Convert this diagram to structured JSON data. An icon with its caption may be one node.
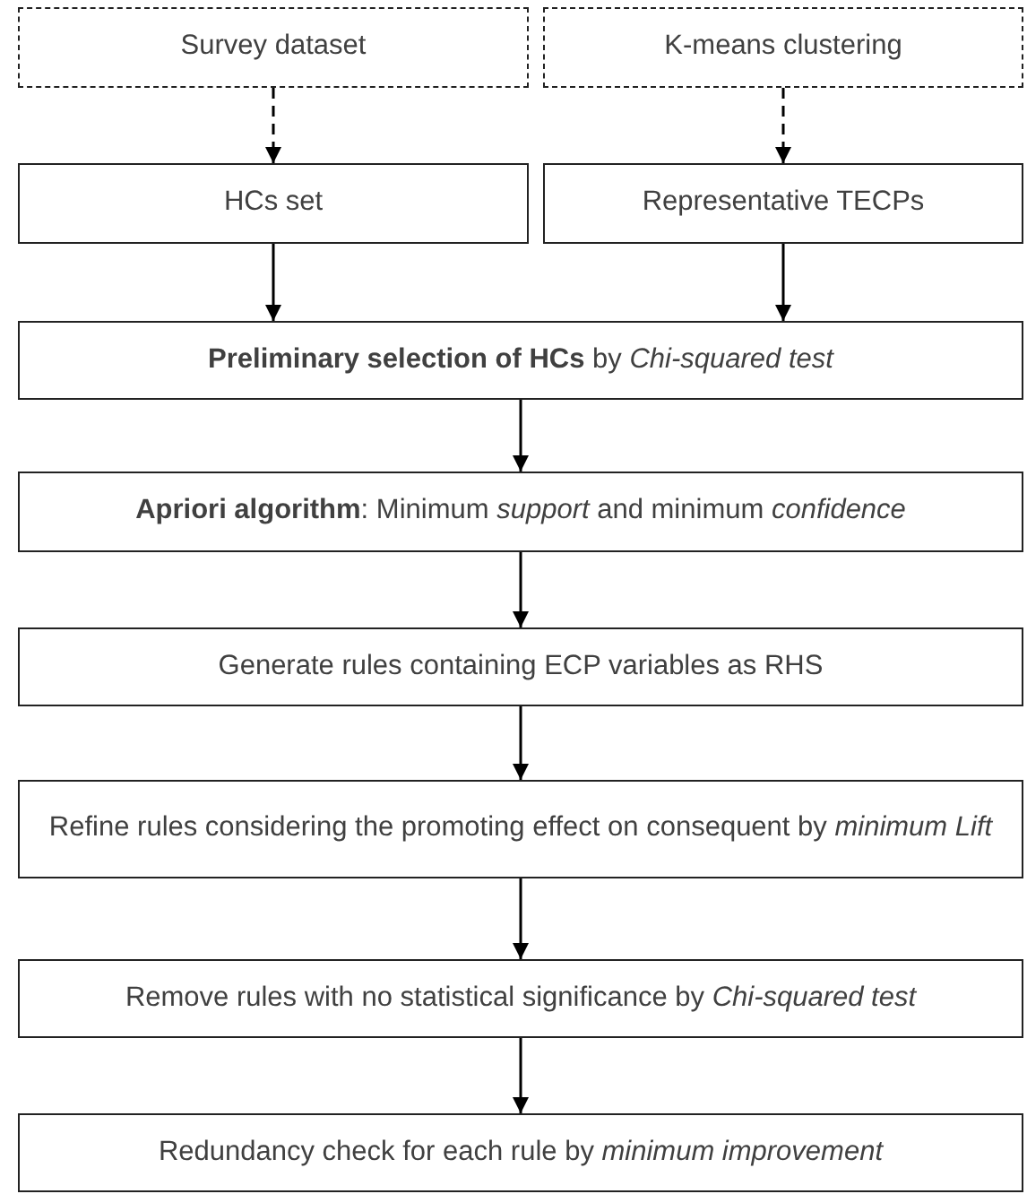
{
  "diagram": {
    "nodes": [
      {
        "text": [
          "Survey dataset"
        ]
      },
      {
        "text": [
          "K-means clustering"
        ]
      },
      {
        "text": [
          "HCs set"
        ]
      },
      {
        "text": [
          "Representative TECPs"
        ]
      },
      {
        "text": [
          "**Preliminary selection of HCs** by *Chi-squared test*"
        ]
      },
      {
        "text": [
          "**Apriori algorithm**: Minimum *support* and minimum *confidence*"
        ]
      },
      {
        "text": [
          "Generate rules containing ECP variables as RHS"
        ]
      },
      {
        "text": [
          "Refine rules considering the promoting effect on consequent by *minimum Lift*"
        ]
      },
      {
        "text": [
          "Remove rules with no statistical significance by *Chi-squared test*"
        ]
      },
      {
        "text": [
          "Redundancy check for each rule by *minimum improvement*"
        ]
      }
    ],
    "edges": [
      {
        "from": 0,
        "to": 2,
        "arrow": "to",
        "style": "dashed"
      },
      {
        "from": 1,
        "to": 3,
        "arrow": "to",
        "style": "dashed"
      },
      {
        "from": 2,
        "to": 4,
        "arrow": "to"
      },
      {
        "from": 3,
        "to": 4,
        "arrow": "to"
      },
      {
        "from": 4,
        "to": 5,
        "arrow": "to"
      },
      {
        "from": 5,
        "to": 6,
        "arrow": "to"
      },
      {
        "from": 6,
        "to": 7,
        "arrow": "to"
      },
      {
        "from": 7,
        "to": 8,
        "arrow": "to"
      },
      {
        "from": 8,
        "to": 9,
        "arrow": "to"
      }
    ]
  }
}
